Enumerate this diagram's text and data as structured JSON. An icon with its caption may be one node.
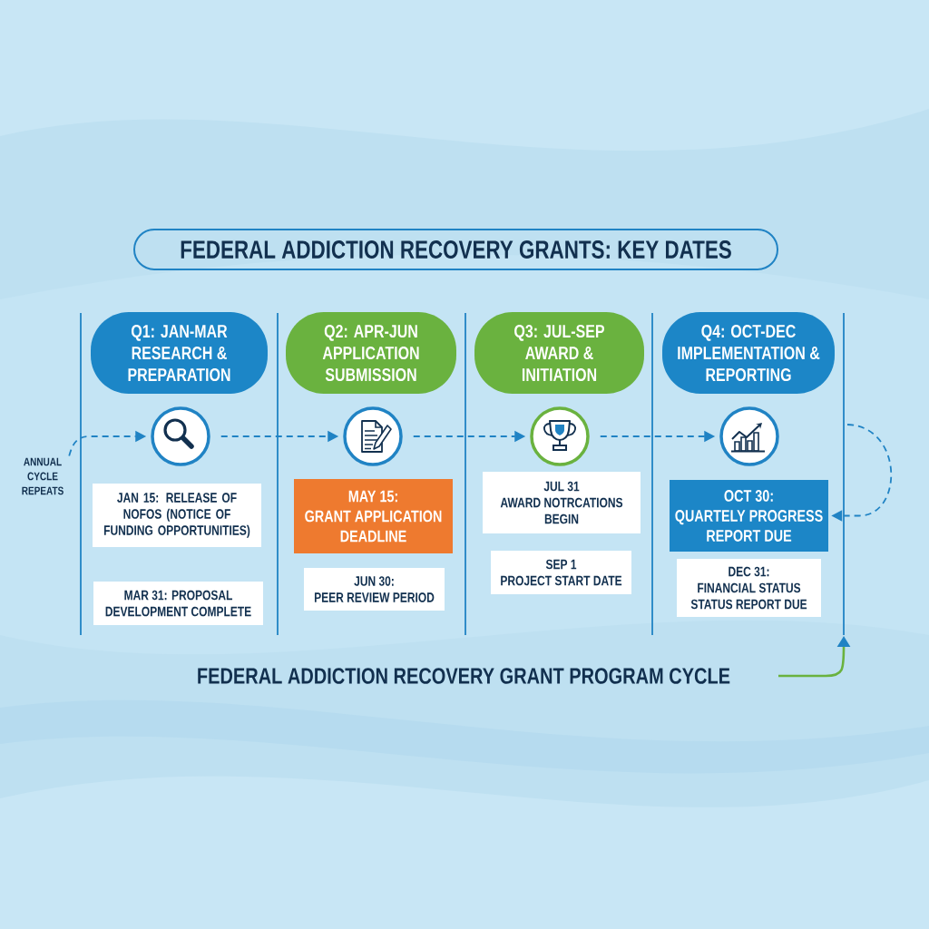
{
  "diagram": {
    "title": "FEDERAL ADDICTION RECOVERY GRANTS: KEY DATES",
    "caption": "FEDERAL ADDICTION RECOVERY GRANT PROGRAM CYCLE",
    "nodes": [
      {
        "text": [
          "Q1: JAN-MAR",
          "RESEARCH & PREPARATION"
        ]
      },
      {
        "text": [
          "Q2: APR-JUN",
          "APPLICATION SUBMISSION"
        ]
      },
      {
        "text": [
          "Q3: JUL-SEP",
          "AWARD & INITIATION"
        ]
      },
      {
        "text": [
          "Q4: OCT-DEC",
          "IMPLEMENTATION & REPORTING"
        ]
      },
      {
        "text": [
          "ANNUAL CYCLE REPEATS"
        ]
      },
      {
        "text": [],
        "shape": "circle"
      },
      {
        "text": [],
        "shape": "circle"
      },
      {
        "text": [],
        "shape": "circle"
      },
      {
        "text": [],
        "shape": "circle"
      },
      {
        "text": [
          "JAN 15: RELEASE OF NOFOS (NOTICE OF FUNDING OPPORTUNITIES)"
        ]
      },
      {
        "text": [
          "MAR 31: PROPOSAL DEVELOPMENT COMPLETE"
        ]
      },
      {
        "text": [
          "MAY 15:",
          "GRANT APPLICATION DEADLINE"
        ]
      },
      {
        "text": [
          "JUN 30:",
          "PEER REVIEW PERIOD"
        ]
      },
      {
        "text": [
          "JUL 31",
          "AWARD NOTRCATIONS BEGIN"
        ]
      },
      {
        "text": [
          "SEP 1",
          "PROJECT START DATE"
        ]
      },
      {
        "text": [
          "OCT 30:",
          "QUARTELY PROGRESS REPORT DUE"
        ]
      },
      {
        "text": [
          "DEC 31:",
          "FINANCIAL STATUS STATUS REPORT DUE"
        ]
      }
    ],
    "edges": [
      {
        "from": 4,
        "to": 5,
        "arrow": "to",
        "style": "dashed"
      },
      {
        "from": 5,
        "to": 6,
        "arrow": "to",
        "style": "dashed"
      },
      {
        "from": 6,
        "to": 7,
        "arrow": "to",
        "style": "dashed"
      },
      {
        "from": 7,
        "to": 8,
        "arrow": "to",
        "style": "dashed"
      },
      {
        "from": null,
        "to": 15,
        "arrow": "to",
        "style": "dashed"
      }
    ]
  }
}
